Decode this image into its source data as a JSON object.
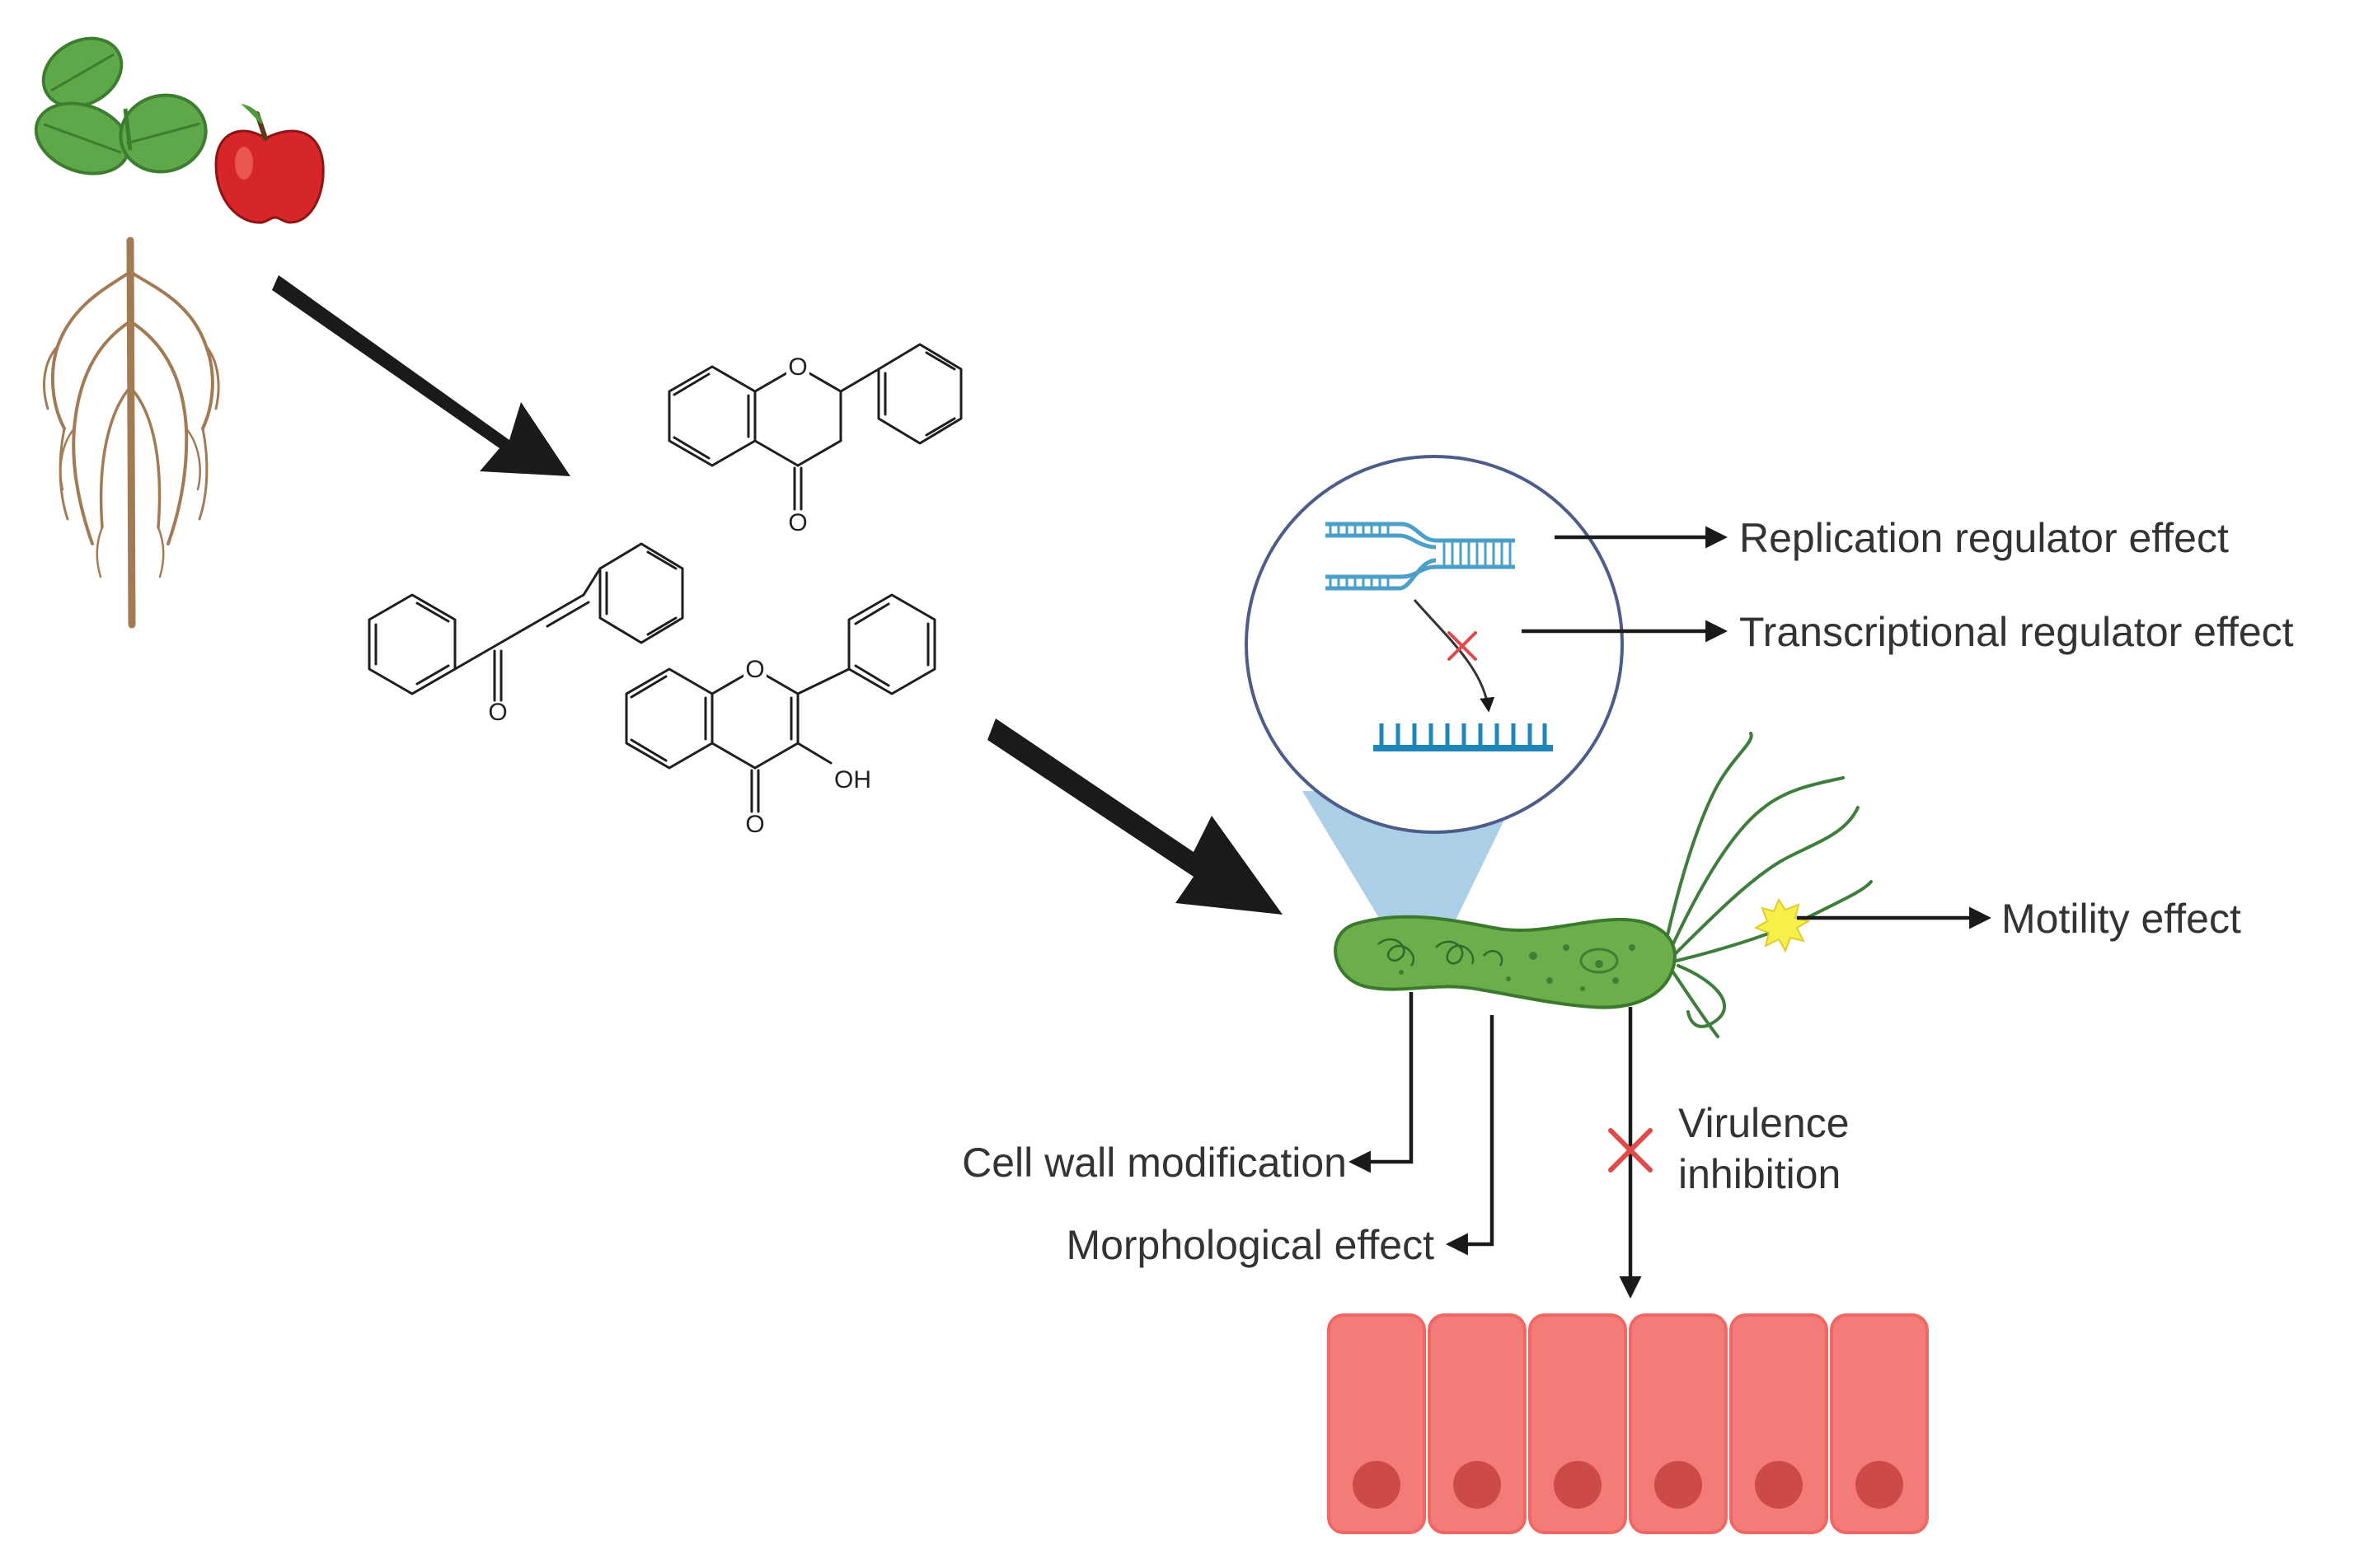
{
  "labels": {
    "replication": "Replication regulator effect",
    "transcription": "Transcriptional regulator effect",
    "motility": "Motility effect",
    "cell_wall": "Cell wall modification",
    "morphological": "Morphological effect",
    "virulence_line1": "Virulence",
    "virulence_line2": "inhibition"
  },
  "atoms": {
    "flavanone_oxygen": "O",
    "flavanone_carbonyl": "O",
    "chalcone_carbonyl": "O",
    "flavonol_ring_oxygen": "O",
    "flavonol_carbonyl": "O",
    "flavonol_hydroxyl": "OH"
  },
  "icons": [
    "leaves-icon",
    "apple-icon",
    "root-icon",
    "arrow-icon",
    "flavanone-structure",
    "chalcone-structure",
    "flavonol-structure",
    "magnifier-circle",
    "dna-replication-fork-icon",
    "rna-strand-icon",
    "bacterium-icon",
    "flagella-icon",
    "epithelial-cells-icon",
    "inhibition-x-icon"
  ],
  "colors": {
    "leaf": "#5fa84a",
    "apple": "#d6262a",
    "root": "#a27b55",
    "dna": "#4aa0c8",
    "rna": "#1e86b8",
    "bacterium": "#6cae4c",
    "flagella": "#3e7d3c",
    "cells": "#f47c78",
    "nucleus": "#cc4b48",
    "inhibit": "#e04a4a",
    "text": "#333333"
  }
}
